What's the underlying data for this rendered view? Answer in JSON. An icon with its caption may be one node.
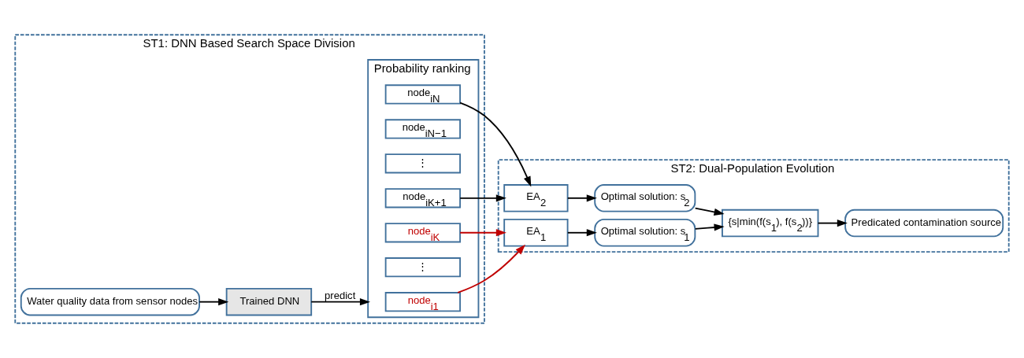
{
  "diagram": {
    "nodes": [
      {
        "text": [
          "ST1: DNN Based Search Space Division"
        ]
      },
      {
        "text": [
          "Water quality data from sensor nodes"
        ],
        "in": 0
      },
      {
        "text": [
          "Trained DNN"
        ],
        "in": 0
      },
      {
        "text": [
          "Probability ranking"
        ],
        "in": 0
      },
      {
        "text": [
          "node$_{i1}$"
        ],
        "in": 3
      },
      {
        "text": [
          "⋮"
        ],
        "in": 3
      },
      {
        "text": [
          "node$_{iK}$"
        ],
        "in": 3
      },
      {
        "text": [
          "node$_{iK+1}$"
        ],
        "in": 3
      },
      {
        "text": [
          "⋮"
        ],
        "in": 3
      },
      {
        "text": [
          "node$_{iN−1}$"
        ],
        "in": 3
      },
      {
        "text": [
          "node$_{iN}$"
        ],
        "in": 3
      },
      {
        "text": [
          "ST2: Dual-Population Evolution"
        ]
      },
      {
        "text": [
          "EA$_{1}$"
        ],
        "in": 11
      },
      {
        "text": [
          "Optimal solution: s$_{1}$"
        ],
        "in": 11
      },
      {
        "text": [
          "EA$_{2}$"
        ],
        "in": 11
      },
      {
        "text": [
          "Optimal solution: s$_{2}$"
        ],
        "in": 11
      },
      {
        "text": [
          "{s|min(f(s$_{1}$), f(s$_{2}$))}"
        ],
        "in": 11
      },
      {
        "text": [
          "Predicated contamination source"
        ],
        "in": 11
      }
    ],
    "edges": [
      {
        "from": 1,
        "to": 2,
        "arrow": "to"
      },
      {
        "from": 2,
        "to": 3,
        "arrow": "to",
        "label": "predict"
      },
      {
        "from": 4,
        "to": 12,
        "arrow": "to",
        "color": "#c00000"
      },
      {
        "from": 6,
        "to": 12,
        "arrow": "to",
        "color": "#c00000"
      },
      {
        "from": 7,
        "to": 14,
        "arrow": "to"
      },
      {
        "from": 10,
        "to": 14,
        "arrow": "to"
      },
      {
        "from": 12,
        "to": 13,
        "arrow": "to"
      },
      {
        "from": 14,
        "to": 15,
        "arrow": "to"
      },
      {
        "from": 13,
        "to": 16,
        "arrow": "to"
      },
      {
        "from": 15,
        "to": 16,
        "arrow": "to"
      },
      {
        "from": 16,
        "to": 17,
        "arrow": "to"
      }
    ]
  }
}
